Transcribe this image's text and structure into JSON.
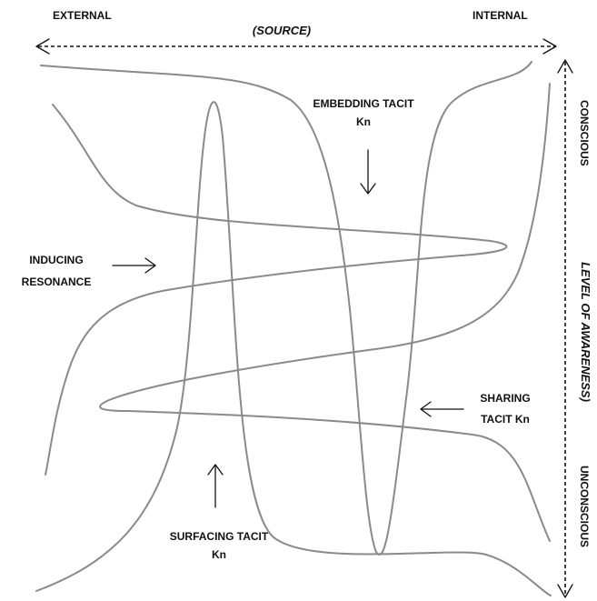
{
  "source_axis": {
    "left": "EXTERNAL",
    "center": "(SOURCE)",
    "right": "INTERNAL"
  },
  "awareness_axis": {
    "top": "CONSCIOUS",
    "center": "LEVEL OF AWARENESS)",
    "bottom": "UNCONSCIOUS"
  },
  "processes": {
    "embedding": [
      "EMBEDDING TACIT",
      "Kn"
    ],
    "inducing": [
      "INDUCING",
      "RESONANCE"
    ],
    "sharing": [
      "SHARING",
      "TACIT Kn"
    ],
    "surfacing": [
      "SURFACING TACIT",
      "Kn"
    ]
  }
}
